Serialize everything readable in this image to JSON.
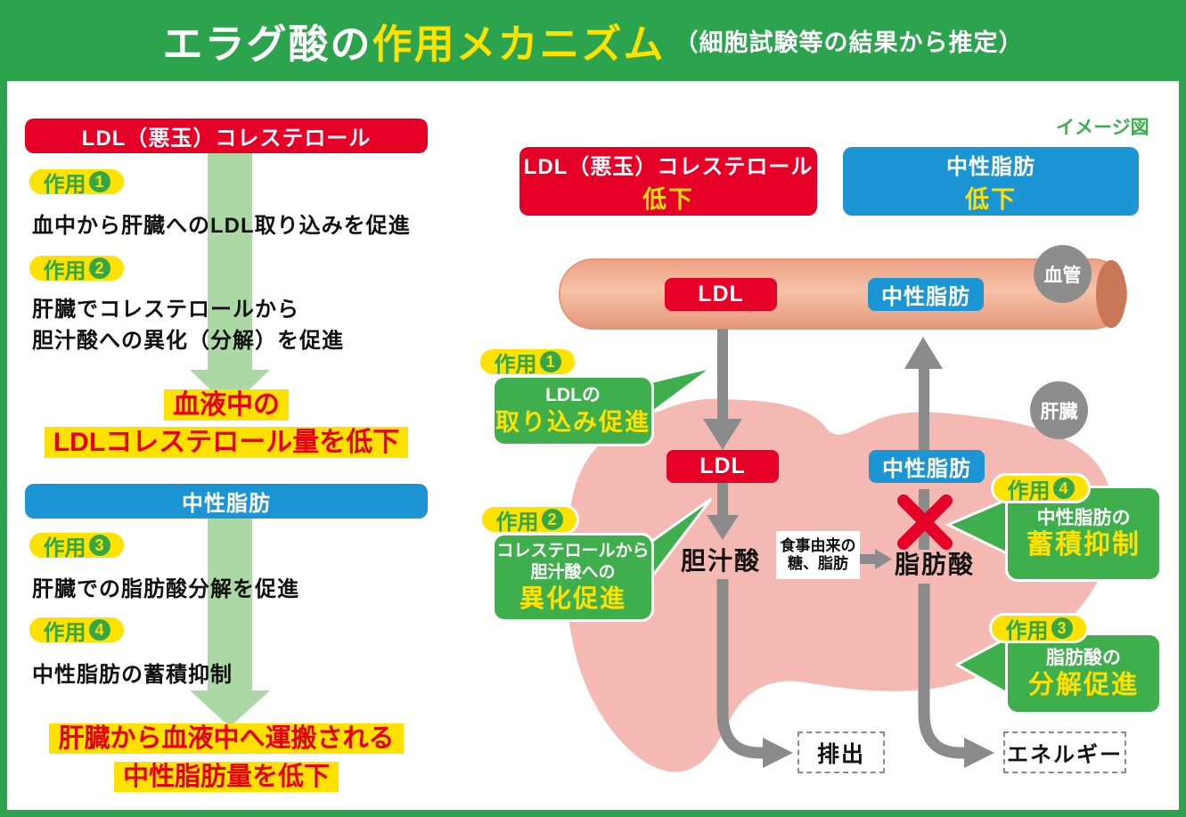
{
  "header": {
    "title_white": "エラグ酸の",
    "title_yellow": "作用メカニズム",
    "title_sub": "（細胞試験等の結果から推定）"
  },
  "note": "イメージ図",
  "left": {
    "ldl_banner": "LDL（悪玉）コレステロール",
    "tg_banner": "中性脂肪",
    "action1": {
      "pill": "作用",
      "num": "1",
      "text": "血中から肝臓へのLDL取り込みを促進"
    },
    "action2": {
      "pill": "作用",
      "num": "2",
      "line1": "肝臓でコレステロールから",
      "line2": "胆汁酸への異化（分解）を促進"
    },
    "action3": {
      "pill": "作用",
      "num": "3",
      "text": "肝臓での脂肪酸分解を促進"
    },
    "action4": {
      "pill": "作用",
      "num": "4",
      "text": "中性脂肪の蓄積抑制"
    },
    "result1": {
      "line1": "血液中の",
      "line2": "LDLコレステロール量を低下"
    },
    "result2": {
      "line1": "肝臓から血液中へ運搬される",
      "line2": "中性脂肪量を低下"
    }
  },
  "diagram": {
    "ldl_box": {
      "line1": "LDL（悪玉）コレステロール",
      "line2": "低下"
    },
    "tg_box": {
      "line1": "中性脂肪",
      "line2": "低下"
    },
    "vessel_label": "血管",
    "liver_label": "肝臓",
    "vessel_ldl": "LDL",
    "vessel_tg": "中性脂肪",
    "liver_ldl": "LDL",
    "liver_tg": "中性脂肪",
    "bile_acid": "胆汁酸",
    "fatty_acid": "脂肪酸",
    "diet": {
      "line1": "食事由来の",
      "line2": "糖、脂肪"
    },
    "bubble1": {
      "pill": "作用",
      "num": "1",
      "line1": "LDLの",
      "line2": "取り込み促進"
    },
    "bubble2": {
      "pill": "作用",
      "num": "2",
      "line1": "コレステロールから",
      "line2": "胆汁酸への",
      "line3": "異化促進"
    },
    "bubble3": {
      "pill": "作用",
      "num": "3",
      "line1": "脂肪酸の",
      "line2": "分解促進"
    },
    "bubble4": {
      "pill": "作用",
      "num": "4",
      "line1": "中性脂肪の",
      "line2": "蓄積抑制"
    },
    "excretion": "排出",
    "energy": "エネルギー"
  },
  "colors": {
    "green": "#2ca34d",
    "bubble_green": "#3fae4c",
    "yellow": "#ffe100",
    "red": "#e60027",
    "blue": "#1b95d4",
    "highlight_text_red": "#e60012",
    "liver_pink": "#f5b9b3",
    "vessel_salmon": "#efa88c",
    "arrow_gray": "#8b8b8b",
    "soft_green_arrow": "#acd8a6"
  }
}
